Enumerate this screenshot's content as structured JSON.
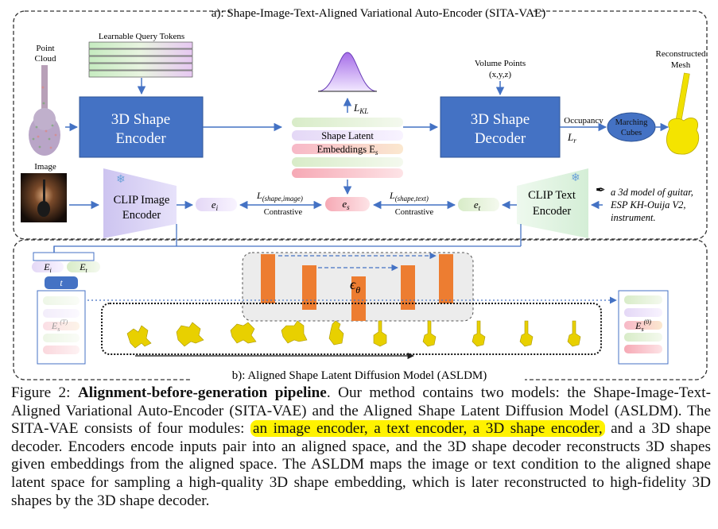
{
  "figure": {
    "top_section_title": "a): Shape-Image-Text-Aligned Variational Auto-Encoder (SITA-VAE)",
    "bottom_section_title": "b): Aligned Shape Latent Diffusion Model (ASLDM)",
    "point_cloud_label_1": "Point",
    "point_cloud_label_2": "Cloud",
    "query_tokens_label": "Learnable Query Tokens",
    "shape_encoder_1": "3D Shape",
    "shape_encoder_2": "Encoder",
    "kl_loss": "L",
    "kl_sub": "KL",
    "latent_label_1": "Shape Latent",
    "latent_label_2": "Embeddings E",
    "latent_sub": "s",
    "volume_points_1": "Volume Points",
    "volume_points_2": "(x,y,z)",
    "shape_decoder_1": "3D Shape",
    "shape_decoder_2": "Decoder",
    "occupancy": "Occupancy",
    "recon_loss": "L",
    "recon_sub": "r",
    "marching_1": "Marching",
    "marching_2": "Cubes",
    "recon_mesh_1": "Reconstructed",
    "recon_mesh_2": "Mesh",
    "image_label": "Image",
    "clip_image_1": "CLIP Image",
    "clip_image_2": "Encoder",
    "e_i": "e",
    "e_i_sub": "i",
    "loss_shape_image": "L",
    "loss_shape_image_sub": "(shape,image)",
    "contrastive_1": "Contrastive",
    "e_s": "e",
    "e_s_sub": "s",
    "loss_shape_text": "L",
    "loss_shape_text_sub": "(shape,text)",
    "contrastive_2": "Contrastive",
    "e_t": "e",
    "e_t_sub": "t",
    "clip_text_1": "CLIP Text",
    "clip_text_2": "Encoder",
    "text_prompt_1": "a 3d model of guitar,",
    "text_prompt_2": "ESP KH-Ouija V2,",
    "text_prompt_3": "instrument.",
    "E_i": "E",
    "E_i_sub": "i",
    "E_t": "E",
    "E_t_sub": "t",
    "t_label": "t",
    "noise_latent": "E",
    "noise_latent_sub": "s",
    "noise_latent_sup": "(T)",
    "eps_theta": "ϵ",
    "eps_sub": "θ",
    "clean_latent": "E",
    "clean_latent_sub": "s",
    "clean_latent_sup": "(0)"
  },
  "caption": {
    "figure_num": "Figure 2: ",
    "bold_title": "Alignment-before-generation pipeline",
    "part1": ". Our method contains two models: the Shape-Image-Text-Aligned Variational Auto-Encoder (SITA-VAE) and the Aligned Shape Latent Diffusion Model (ASLDM). The SITA-VAE consists of four modules: ",
    "highlight": "an image encoder, a text encoder, a 3D shape encoder,",
    "part2": " and a 3D shape decoder. Encoders encode inputs pair into an aligned space, and the 3D shape decoder reconstructs 3D shapes given embeddings from the aligned space. The ASLDM maps the image or text condition to the aligned shape latent space for sampling a high-quality 3D shape embedding, which is later reconstructed to high-fidelity 3D shapes by the 3D shape decoder."
  },
  "colors": {
    "encoder_blue": "#4472c4",
    "clip_purple": "#dcd6f7",
    "clip_green": "#e2f4e3",
    "noise_orange": "#ed7d31",
    "highlight": "#fff200",
    "latent_red": "#f8c0c0",
    "latent_green": "#d5ecc6",
    "latent_purple": "#d8c6f0"
  }
}
